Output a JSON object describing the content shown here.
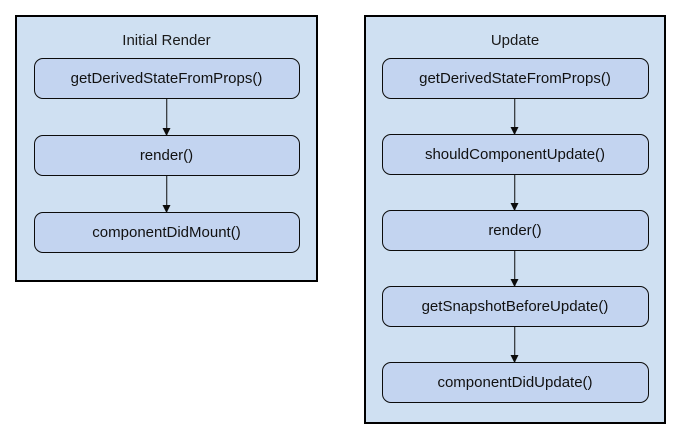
{
  "diagram": {
    "title_colors": {
      "panel_background": "#cfe0f2",
      "node_background": "#c3d4f0",
      "border": "#000000",
      "text": "#111111"
    },
    "panels": [
      {
        "id": "initial-render",
        "title": "Initial Render",
        "nodes": [
          {
            "label": "getDerivedStateFromProps()"
          },
          {
            "label": "render()"
          },
          {
            "label": "componentDidMount()"
          }
        ]
      },
      {
        "id": "update",
        "title": "Update",
        "nodes": [
          {
            "label": "getDerivedStateFromProps()"
          },
          {
            "label": "shouldComponentUpdate()"
          },
          {
            "label": "render()"
          },
          {
            "label": "getSnapshotBeforeUpdate()"
          },
          {
            "label": "componentDidUpdate()"
          }
        ]
      }
    ]
  }
}
